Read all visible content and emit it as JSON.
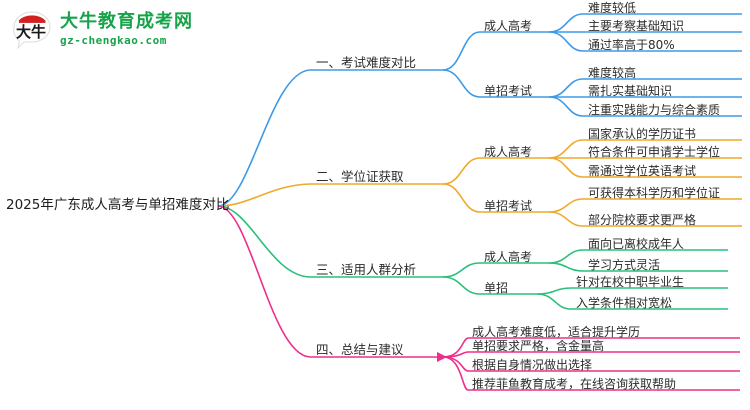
{
  "logo": {
    "name": "大牛教育成考网",
    "domain": "gz-chengkao.com",
    "mark_char": "大牛",
    "color": "#16a34a",
    "mark_color": "#d32020"
  },
  "mindmap": {
    "root": {
      "label": "2025年广东成人高考与单招难度对比"
    },
    "branches": [
      {
        "label": "一、考试难度对比",
        "color": "#3d9ae8",
        "children": [
          {
            "label": "成人高考",
            "leaves": [
              "难度较低",
              "主要考察基础知识",
              "通过率高于80%"
            ]
          },
          {
            "label": "单招考试",
            "leaves": [
              "难度较高",
              "需扎实基础知识",
              "注重实践能力与综合素质"
            ]
          }
        ]
      },
      {
        "label": "二、学位证获取",
        "color": "#f0a92c",
        "children": [
          {
            "label": "成人高考",
            "leaves": [
              "国家承认的学历证书",
              "符合条件可申请学士学位",
              "需通过学位英语考试"
            ]
          },
          {
            "label": "单招考试",
            "leaves": [
              "可获得本科学历和学位证",
              "部分院校要求更严格"
            ]
          }
        ]
      },
      {
        "label": "三、适用人群分析",
        "color": "#29c07a",
        "children": [
          {
            "label": "成人高考",
            "leaves": [
              "面向已离校成年人",
              "学习方式灵活"
            ]
          },
          {
            "label": "单招",
            "leaves": [
              "针对在校中职毕业生",
              "入学条件相对宽松"
            ]
          }
        ]
      },
      {
        "label": "四、总结与建议",
        "color": "#ef2d8a",
        "children": [
          {
            "label": "",
            "leaves": [
              "成人高考难度低，适合提升学历",
              "单招要求严格，含金量高",
              "根据自身情况做出选择",
              "推荐菲鱼教育成考，在线咨询获取帮助"
            ]
          }
        ]
      }
    ]
  }
}
